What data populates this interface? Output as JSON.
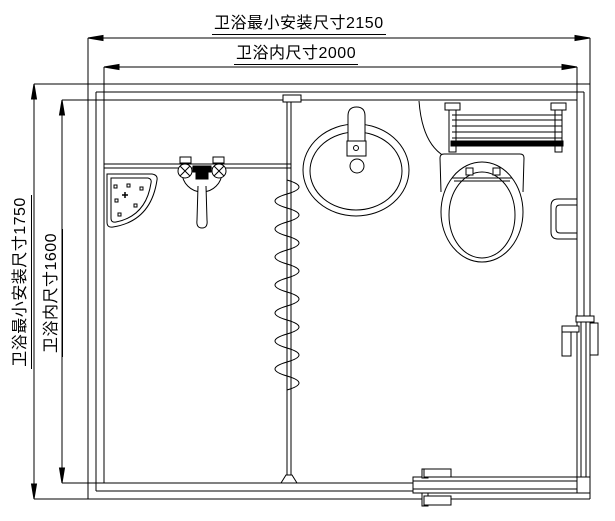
{
  "drawing": {
    "type": "bathroom-floor-plan",
    "background_color": "#ffffff",
    "line_color": "#000000",
    "dimensions": {
      "top_installation": {
        "label": "卫浴最小安装尺寸2150",
        "value": 2150
      },
      "top_internal": {
        "label": "卫浴内尺寸2000",
        "value": 2000
      },
      "left_installation": {
        "label": "卫浴最小安装尺寸1750",
        "value": 1750
      },
      "left_internal": {
        "label": "卫浴内尺寸1600",
        "value": 1600
      }
    },
    "fixtures": [
      "corner-shower-tray",
      "shower-mixer",
      "shower-curtain",
      "washbasin",
      "towel-rack",
      "toilet",
      "paper-holder",
      "corner-sliding-doors"
    ]
  }
}
